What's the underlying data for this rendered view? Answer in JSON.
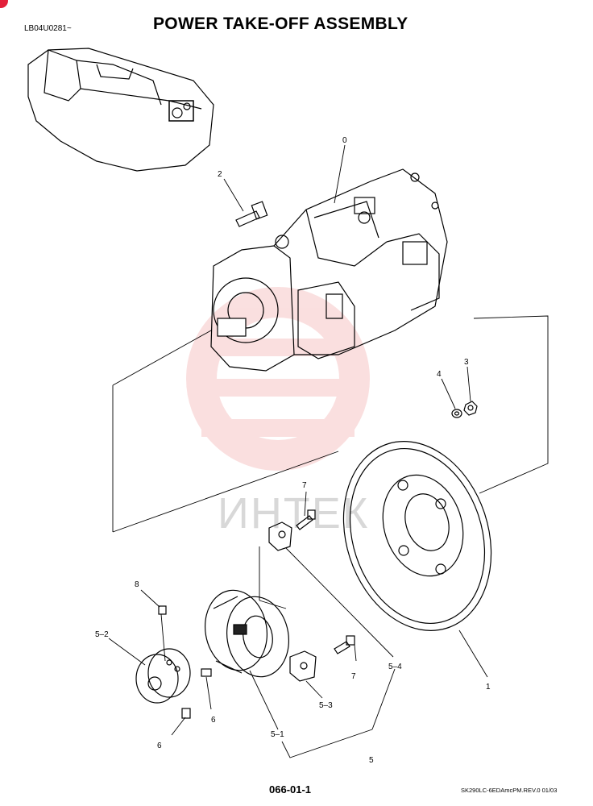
{
  "header": {
    "model_code": "LB04U0281~",
    "title": "POWER TAKE-OFF ASSEMBLY"
  },
  "watermark": {
    "text": "ИНТЕК",
    "color": "#f2a6a6"
  },
  "callouts": {
    "pump": "0",
    "bolt": "2",
    "nut": "3",
    "washer": "4",
    "flywheel_plate": "1",
    "coupling_assembly": "5",
    "coupling_body": "5–1",
    "hub": "5–2",
    "insert_lower": "5–3",
    "insert_upper": "5–4",
    "set_screw_hub": "6",
    "set_screw_body": "6",
    "bolt_upper": "7",
    "bolt_lower": "7",
    "set_screw_top": "8"
  },
  "footer": {
    "page_number": "066-01-1",
    "reference": "SK290LC-6EDAmcPM.REV.0 01/03"
  },
  "colors": {
    "accent": "#e3203a",
    "line": "#000000"
  }
}
